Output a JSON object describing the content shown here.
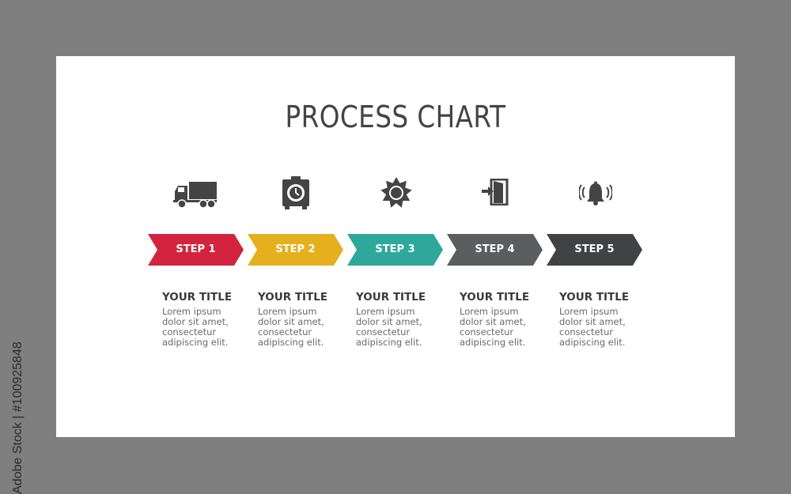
{
  "title": "PROCESS CHART",
  "steps": [
    {
      "label": "STEP 1",
      "color": "#d2243f",
      "icon": "truck-icon",
      "title": "YOUR TITLE",
      "body": "Lorem ipsum\ndolor sit amet,\nconsectetur\nadipiscing elit."
    },
    {
      "label": "STEP 2",
      "color": "#e5b01e",
      "icon": "safe-icon",
      "title": "YOUR TITLE",
      "body": "Lorem ipsum\ndolor sit amet,\nconsectetur\nadipiscing elit."
    },
    {
      "label": "STEP 3",
      "color": "#2fa89b",
      "icon": "badge-icon",
      "title": "YOUR TITLE",
      "body": "Lorem ipsum\ndolor sit amet,\nconsectetur\nadipiscing elit."
    },
    {
      "label": "STEP 4",
      "color": "#5c5d5f",
      "icon": "exit-door-icon",
      "title": "YOUR TITLE",
      "body": "Lorem ipsum\ndolor sit amet,\nconsectetur\nadipiscing elit."
    },
    {
      "label": "STEP 5",
      "color": "#414244",
      "icon": "bell-icon",
      "title": "YOUR TITLE",
      "body": "Lorem ipsum\ndolor sit amet,\nconsectetur\nadipiscing elit."
    }
  ],
  "side_credit": "Adobe Stock | #100925848",
  "colors": {
    "page_bg": "#7f7f7f",
    "slide_bg": "#ffffff",
    "icon": "#444444",
    "title": "#444444"
  }
}
